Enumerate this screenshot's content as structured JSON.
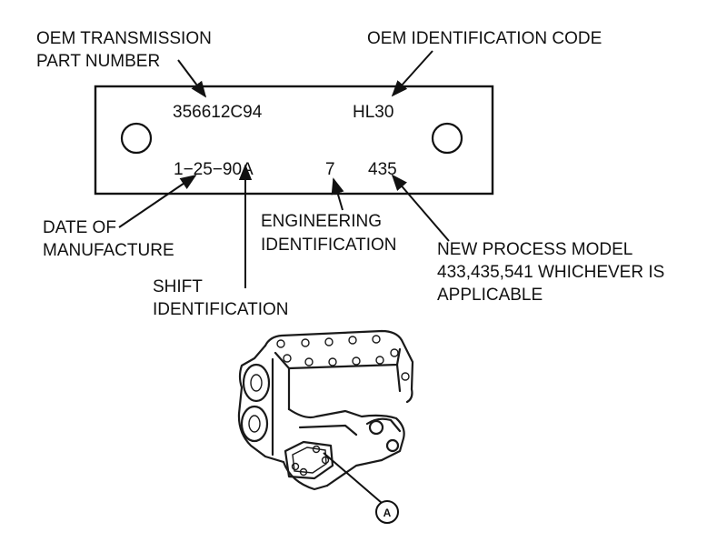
{
  "labels": {
    "oem_part_number_line1": "OEM TRANSMISSION",
    "oem_part_number_line2": "PART NUMBER",
    "oem_id_code": "OEM IDENTIFICATION CODE",
    "date_line1": "DATE OF",
    "date_line2": "MANUFACTURE",
    "engineering_line1": "ENGINEERING",
    "engineering_line2": "IDENTIFICATION",
    "new_process_line1": "NEW PROCESS MODEL",
    "new_process_line2": "433,435,541 WHICHEVER IS",
    "new_process_line3": "APPLICABLE",
    "shift_line1": "SHIFT",
    "shift_line2": "IDENTIFICATION"
  },
  "plate": {
    "part_number": "356612C94",
    "id_code": "HL30",
    "date_code": "1−25−90A",
    "engineering_code": "7",
    "model_code": "435"
  },
  "callout": {
    "letter": "A"
  },
  "colors": {
    "ink": "#111111",
    "background": "#ffffff"
  }
}
